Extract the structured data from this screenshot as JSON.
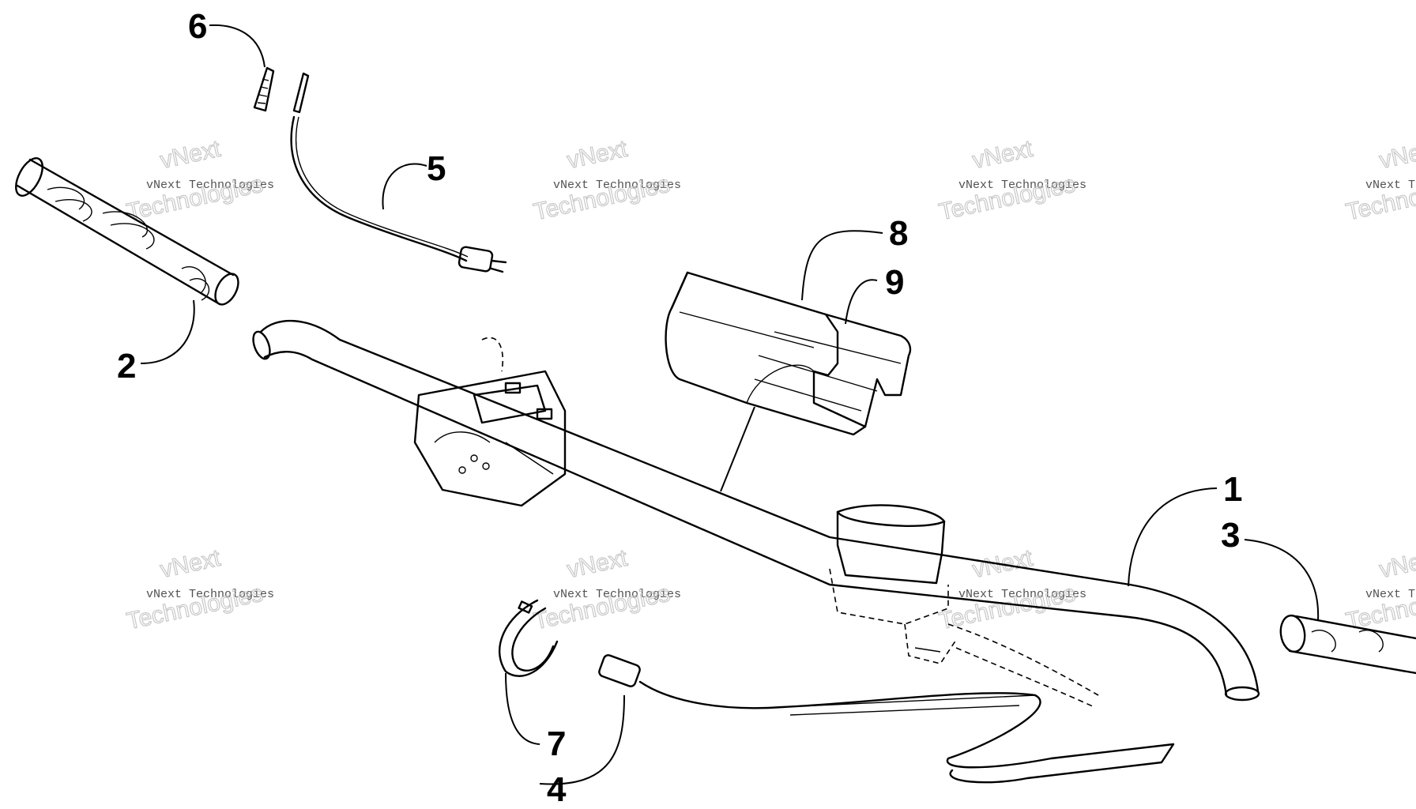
{
  "callouts": [
    {
      "id": "1",
      "label": "1"
    },
    {
      "id": "2",
      "label": "2"
    },
    {
      "id": "3",
      "label": "3"
    },
    {
      "id": "4",
      "label": "4"
    },
    {
      "id": "5",
      "label": "5"
    },
    {
      "id": "6",
      "label": "6"
    },
    {
      "id": "7",
      "label": "7"
    },
    {
      "id": "8",
      "label": "8"
    },
    {
      "id": "9",
      "label": "9"
    }
  ],
  "watermark": {
    "small": "vNext Technologies",
    "large_a": "vNext",
    "large_b": "Technologies"
  }
}
